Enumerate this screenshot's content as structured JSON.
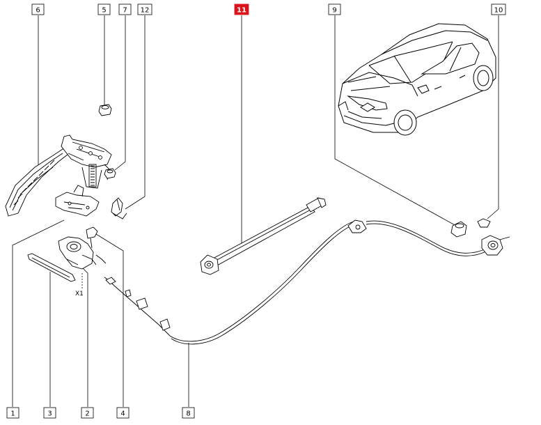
{
  "callouts": [
    {
      "id": "c1",
      "label": "1",
      "highlighted": false
    },
    {
      "id": "c2",
      "label": "2",
      "highlighted": false
    },
    {
      "id": "c3",
      "label": "3",
      "highlighted": false
    },
    {
      "id": "c4",
      "label": "4",
      "highlighted": false
    },
    {
      "id": "c5",
      "label": "5",
      "highlighted": false
    },
    {
      "id": "c6",
      "label": "6",
      "highlighted": false
    },
    {
      "id": "c7",
      "label": "7",
      "highlighted": false
    },
    {
      "id": "c8",
      "label": "8",
      "highlighted": false
    },
    {
      "id": "c9",
      "label": "9",
      "highlighted": false
    },
    {
      "id": "c10",
      "label": "10",
      "highlighted": false
    },
    {
      "id": "c11",
      "label": "11",
      "highlighted": true
    },
    {
      "id": "c12",
      "label": "12",
      "highlighted": false
    }
  ],
  "annotations": {
    "x1_label": "X1"
  },
  "colors": {
    "line": "#000000",
    "highlight": "#d9141c",
    "background": "#ffffff"
  }
}
